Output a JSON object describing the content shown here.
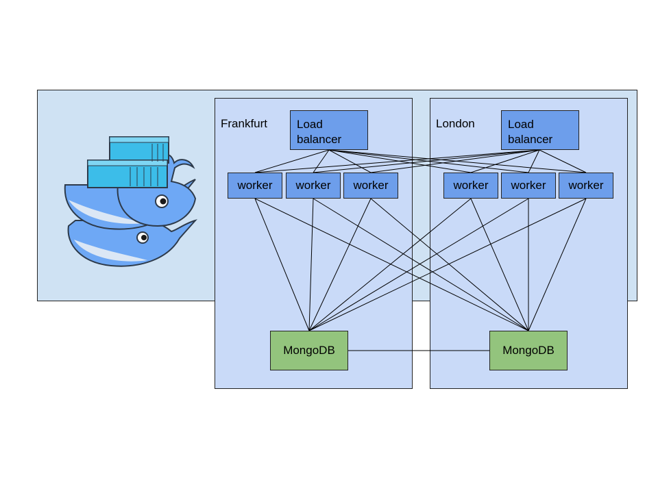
{
  "datacenters": [
    {
      "name": "Frankfurt",
      "load_balancer": "Load balancer",
      "workers": [
        "worker",
        "worker",
        "worker"
      ],
      "database": "MongoDB"
    },
    {
      "name": "London",
      "load_balancer": "Load balancer",
      "workers": [
        "worker",
        "worker",
        "worker"
      ],
      "database": "MongoDB"
    }
  ],
  "logo": {
    "icon": "docker-swarm-whales-icon",
    "whale_color": "#6ea8f5",
    "container_color": "#3cbde9"
  },
  "colors": {
    "swarm_background": "#cfe2f3",
    "datacenter_background": "#c9daf8",
    "service_box": "#6d9eeb",
    "database_box": "#93c47d"
  }
}
